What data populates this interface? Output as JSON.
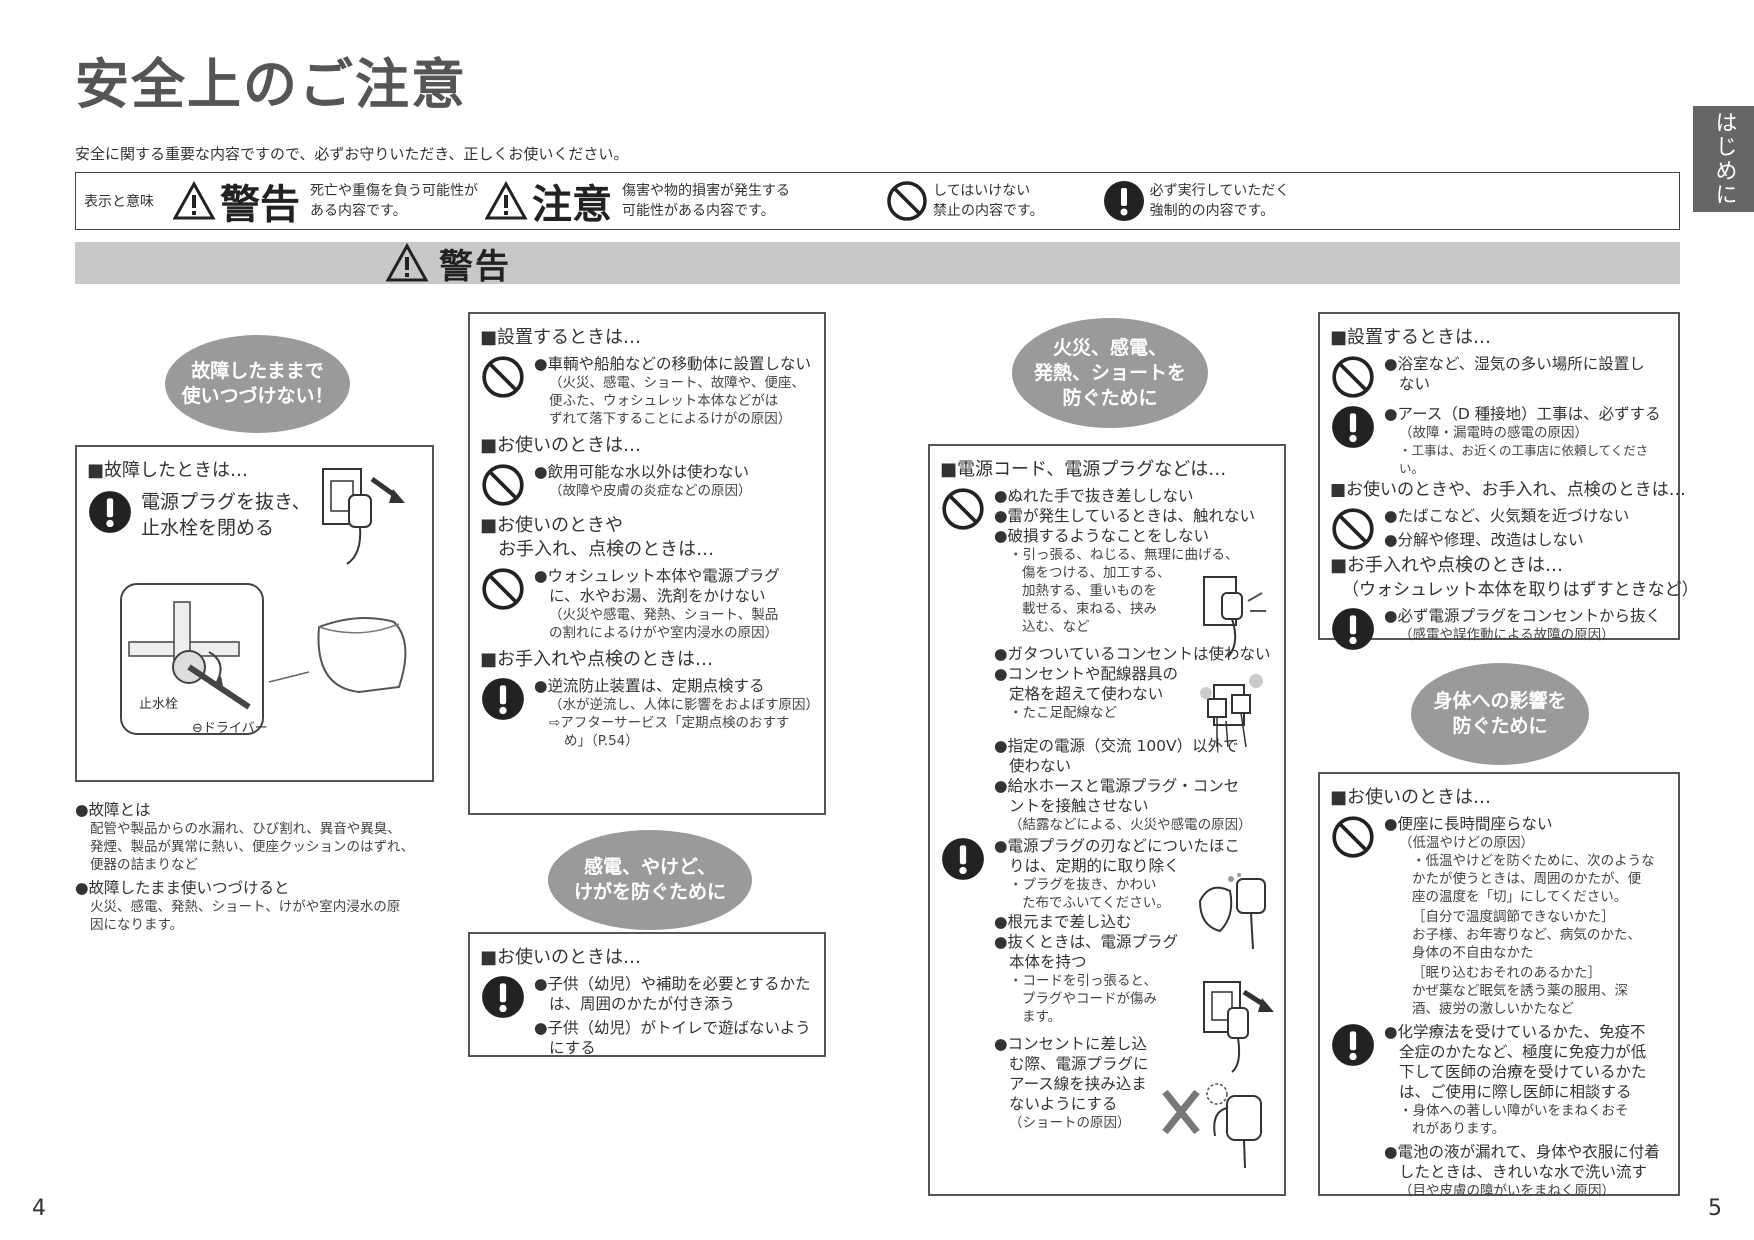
{
  "page": {
    "title": "安全上のご注意",
    "intro": "安全に関する重要な内容ですので、必ずお守りいただき、正しくお使いください。",
    "side_tab": "はじめに",
    "page_left": "4",
    "page_right": "5"
  },
  "legend": {
    "label": "表示と意味",
    "warning_word": "警告",
    "warning_desc1": "死亡や重傷を負う可能性が",
    "warning_desc2": "ある内容です。",
    "caution_word": "注意",
    "caution_desc1": "傷害や物的損害が発生する",
    "caution_desc2": "可能性がある内容です。",
    "prohibit_desc1": "してはいけない",
    "prohibit_desc2": "禁止の内容です。",
    "mandatory_desc1": "必ず実行していただく",
    "mandatory_desc2": "強制的の内容です。"
  },
  "banner": {
    "title": "警告"
  },
  "col1": {
    "oval": [
      "故障したままで",
      "使いつづけない！"
    ],
    "box_heading": "■故障したときは…",
    "box_text": [
      "電源プラグを抜き、",
      "止水栓を閉める"
    ],
    "label_valve": "止水栓",
    "label_driver": "⊖ドライバー",
    "notes": [
      {
        "head": "●故障とは",
        "body": [
          "配管や製品からの水漏れ、ひび割れ、異音や異臭、",
          "発煙、製品が異常に熱い、便座クッションのはずれ、",
          "便器の詰まりなど"
        ]
      },
      {
        "head": "●故障したまま使いつづけると",
        "body": [
          "火災、感電、発熱、ショート、けがや室内浸水の原",
          "因になります。"
        ]
      }
    ]
  },
  "col2": {
    "box1": {
      "s1_head": "■設置するときは…",
      "s1_item": "●車輌や船舶などの移動体に設置しない",
      "s1_sub": [
        "（火災、感電、ショート、故障や、便座、",
        "便ふた、ウォシュレット本体などがは",
        "ずれて落下することによるけがの原因）"
      ],
      "s2_head": "■お使いのときは…",
      "s2_item": "●飲用可能な水以外は使わない",
      "s2_sub": "（故障や皮膚の炎症などの原因）",
      "s3_head1": "■お使いのときや",
      "s3_head2": "お手入れ、点検のときは…",
      "s3_item": [
        "●ウォシュレット本体や電源プラグ",
        "に、水やお湯、洗剤をかけない"
      ],
      "s3_sub": [
        "（火災や感電、発熱、ショート、製品",
        "の割れによるけがや室内浸水の原因）"
      ],
      "s4_head": "■お手入れや点検のときは…",
      "s4_item": "●逆流防止装置は、定期点検する",
      "s4_sub": [
        "（水が逆流し、人体に影響をおよぼす原因）",
        "⇨アフターサービス「定期点検のおすす",
        "め」（P.54）"
      ]
    },
    "oval": [
      "感電、やけど、",
      "けがを防ぐために"
    ],
    "box2": {
      "head": "■お使いのときは…",
      "items": [
        [
          "●子供（幼児）や補助を必要とするかた",
          "は、周囲のかたが付き添う"
        ],
        [
          "●子供（幼児）がトイレで遊ばないよう",
          "にする"
        ]
      ]
    }
  },
  "col3": {
    "oval": [
      "火災、感電、",
      "発熱、ショートを",
      "防ぐために"
    ],
    "head": "■電源コード、電源プラグなどは…",
    "p1": [
      "●ぬれた手で抜き差ししない",
      "●雷が発生しているときは、触れない",
      "●破損するようなことをしない"
    ],
    "p1_sub": [
      "・引っ張る、ねじる、無理に曲げる、",
      "傷をつける、加工する、",
      "加熱する、重いものを",
      "載せる、束ねる、挟み",
      "込む、など"
    ],
    "p2": [
      "●ガタついているコンセントは使わない",
      "●コンセントや配線器具の",
      "定格を超えて使わない"
    ],
    "p2_sub": "・たこ足配線など",
    "p3": [
      "●指定の電源（交流 100V）以外で",
      "使わない",
      "●給水ホースと電源プラグ・コンセ",
      "ントを接触させない"
    ],
    "p3_sub": "（結露などによる、火災や感電の原因）",
    "m1": [
      "●電源プラグの刃などについたほこ",
      "りは、定期的に取り除く"
    ],
    "m1_sub": [
      "・プラグを抜き、かわい",
      "た布でふいてください。"
    ],
    "m2": [
      "●根元まで差し込む",
      "●抜くときは、電源プラグ",
      "本体を持つ"
    ],
    "m2_sub": [
      "・コードを引っ張ると、",
      "プラグやコードが傷み",
      "ます。"
    ],
    "m3": [
      "●コンセントに差し込",
      "む際、電源プラグに",
      "アース線を挟み込ま",
      "ないようにする"
    ],
    "m3_sub": "（ショートの原因）"
  },
  "col4": {
    "box1": {
      "s1_head": "■設置するときは…",
      "s1_item": [
        "●浴室など、湿気の多い場所に設置し",
        "ない"
      ],
      "s1b_item": "●アース（D 種接地）工事は、必ずする",
      "s1b_sub": [
        "（故障・漏電時の感電の原因）",
        "・工事は、お近くの工事店に依頼してください。"
      ],
      "s2_head": "■お使いのときや、お手入れ、点検のときは…",
      "s2_items": [
        "●たばこなど、火気類を近づけない",
        "●分解や修理、改造はしない"
      ],
      "s3_head1": "■お手入れや点検のときは…",
      "s3_head2": "（ウォシュレット本体を取りはずすときなど）",
      "s3_item": "●必ず電源プラグをコンセントから抜く",
      "s3_sub": "（感電や誤作動による故障の原因）"
    },
    "oval": [
      "身体への影響を",
      "防ぐために"
    ],
    "box2": {
      "head": "■お使いのときは…",
      "item1": "●便座に長時間座らない",
      "item1_sub": [
        "（低温やけどの原因）",
        "・低温やけどを防ぐために、次のような",
        "かたが使うときは、周囲のかたが、便",
        "座の温度を「切」にしてください。",
        "［自分で温度調節できないかた］",
        "お子様、お年寄りなど、病気のかた、",
        "身体の不自由なかた",
        "［眠り込むおそれのあるかた］",
        "かぜ薬など眠気を誘う薬の服用、深",
        "酒、疲労の激しいかたなど"
      ],
      "item2": [
        "●化学療法を受けているかた、免疫不",
        "全症のかたなど、極度に免疫力が低",
        "下して医師の治療を受けているかた",
        "は、ご使用に際し医師に相談する"
      ],
      "item2_sub": [
        "・身体への著しい障がいをまねくおそ",
        "れがあります。"
      ],
      "item3": [
        "●電池の液が漏れて、身体や衣服に付着",
        "したときは、きれいな水で洗い流す"
      ],
      "item3_sub": "（目や皮膚の障がいをまねく原因）"
    }
  }
}
